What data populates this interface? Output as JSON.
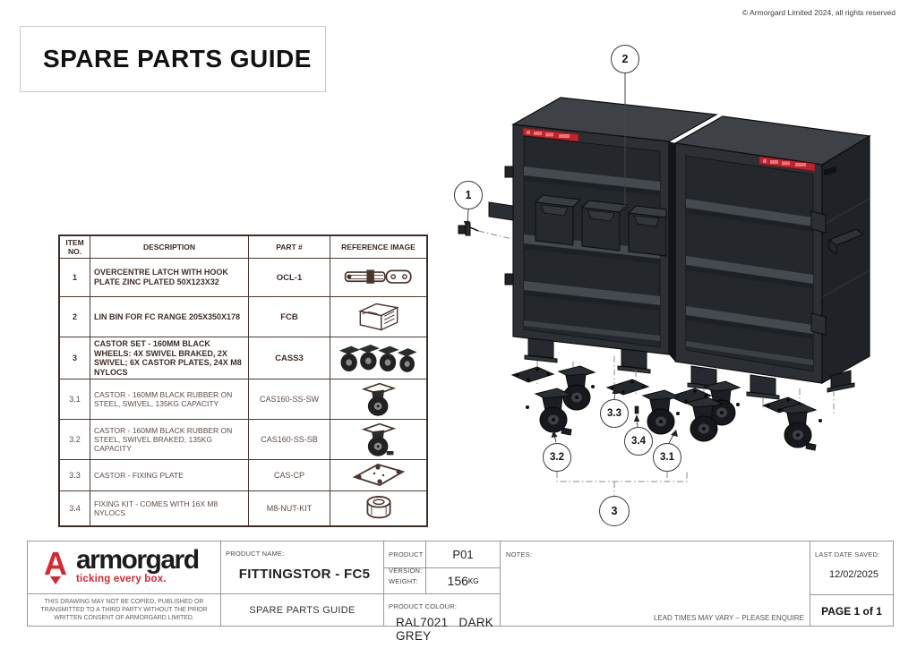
{
  "page": {
    "copyright": "© Armorgard Limited 2024, all rights reserved",
    "title": "SPARE PARTS GUIDE"
  },
  "colors": {
    "brand_red": "#d7282f",
    "label_red": "#c4222b",
    "cabinet_dark_grey": "#2c3035",
    "table_text": "#402d26"
  },
  "parts_table": {
    "headers": {
      "item_no": "ITEM NO.",
      "description": "DESCRIPTION",
      "part": "PART #",
      "reference": "REFERENCE IMAGE"
    },
    "rows": [
      {
        "item": "1",
        "description": "OVERCENTRE LATCH WITH HOOK PLATE ZINC PLATED 50X123X32",
        "part": "OCL-1",
        "icon": "latch-icon"
      },
      {
        "item": "2",
        "description": "LIN BIN FOR FC RANGE 205X350X178",
        "part": "FCB",
        "icon": "lin-bin-icon"
      },
      {
        "item": "3",
        "description": "CASTOR SET - 160MM BLACK WHEELS: 4X SWIVEL BRAKED, 2X SWIVEL; 6X CASTOR PLATES, 24X M8 NYLOCS",
        "part": "CASS3",
        "icon": "castor-set-icon"
      },
      {
        "item": "3.1",
        "description": "CASTOR - 160MM BLACK RUBBER ON STEEL, SWIVEL, 135KG CAPACITY",
        "part": "CAS160-SS-SW",
        "icon": "castor-swivel-icon"
      },
      {
        "item": "3.2",
        "description": "CASTOR - 160MM BLACK RUBBER ON STEEL, SWIVEL BRAKED, 135KG CAPACITY",
        "part": "CAS160-SS-SB",
        "icon": "castor-braked-icon"
      },
      {
        "item": "3.3",
        "description": "CASTOR - FIXING PLATE",
        "part": "CAS-CP",
        "icon": "fixing-plate-icon"
      },
      {
        "item": "3.4",
        "description": "FIXING KIT - COMES WITH 16X M8 NYLOCS",
        "part": "M8-NUT-KIT",
        "icon": "nyloc-nut-icon"
      }
    ]
  },
  "drawing": {
    "callouts": [
      {
        "label": "1"
      },
      {
        "label": "2"
      },
      {
        "label": "3"
      },
      {
        "label": "3.1"
      },
      {
        "label": "3.2"
      },
      {
        "label": "3.3"
      },
      {
        "label": "3.4"
      }
    ]
  },
  "footer": {
    "logo": {
      "icon_letter": "A",
      "brand": "armorgard",
      "tagline": "ticking every box."
    },
    "disclaimer": "THIS DRAWING MAY NOT BE COPIED, PUBLISHED OR TRANSMITTED TO A THIRD PARTY WITHOUT THE PRIOR WRITTEN CONSENT OF ARMORGARD LIMITED.",
    "product_name_label": "PRODUCT NAME:",
    "product_name": "FITTINGSTOR - FC5",
    "doc_type": "SPARE PARTS GUIDE",
    "product_version_label": "PRODUCT VERSION:",
    "product_version": "P01",
    "weight_label": "WEIGHT:",
    "weight_value": "156",
    "weight_unit": "KG",
    "product_colour_label": "PRODUCT COLOUR:",
    "product_colour_code": "RAL7021",
    "product_colour_name": "DARK GREY",
    "notes_label": "NOTES:",
    "lead_times": "LEAD TIMES MAY VARY – PLEASE ENQUIRE",
    "last_date_label": "LAST DATE SAVED:",
    "last_date": "12/02/2025",
    "page_indicator": "PAGE 1 of 1"
  }
}
